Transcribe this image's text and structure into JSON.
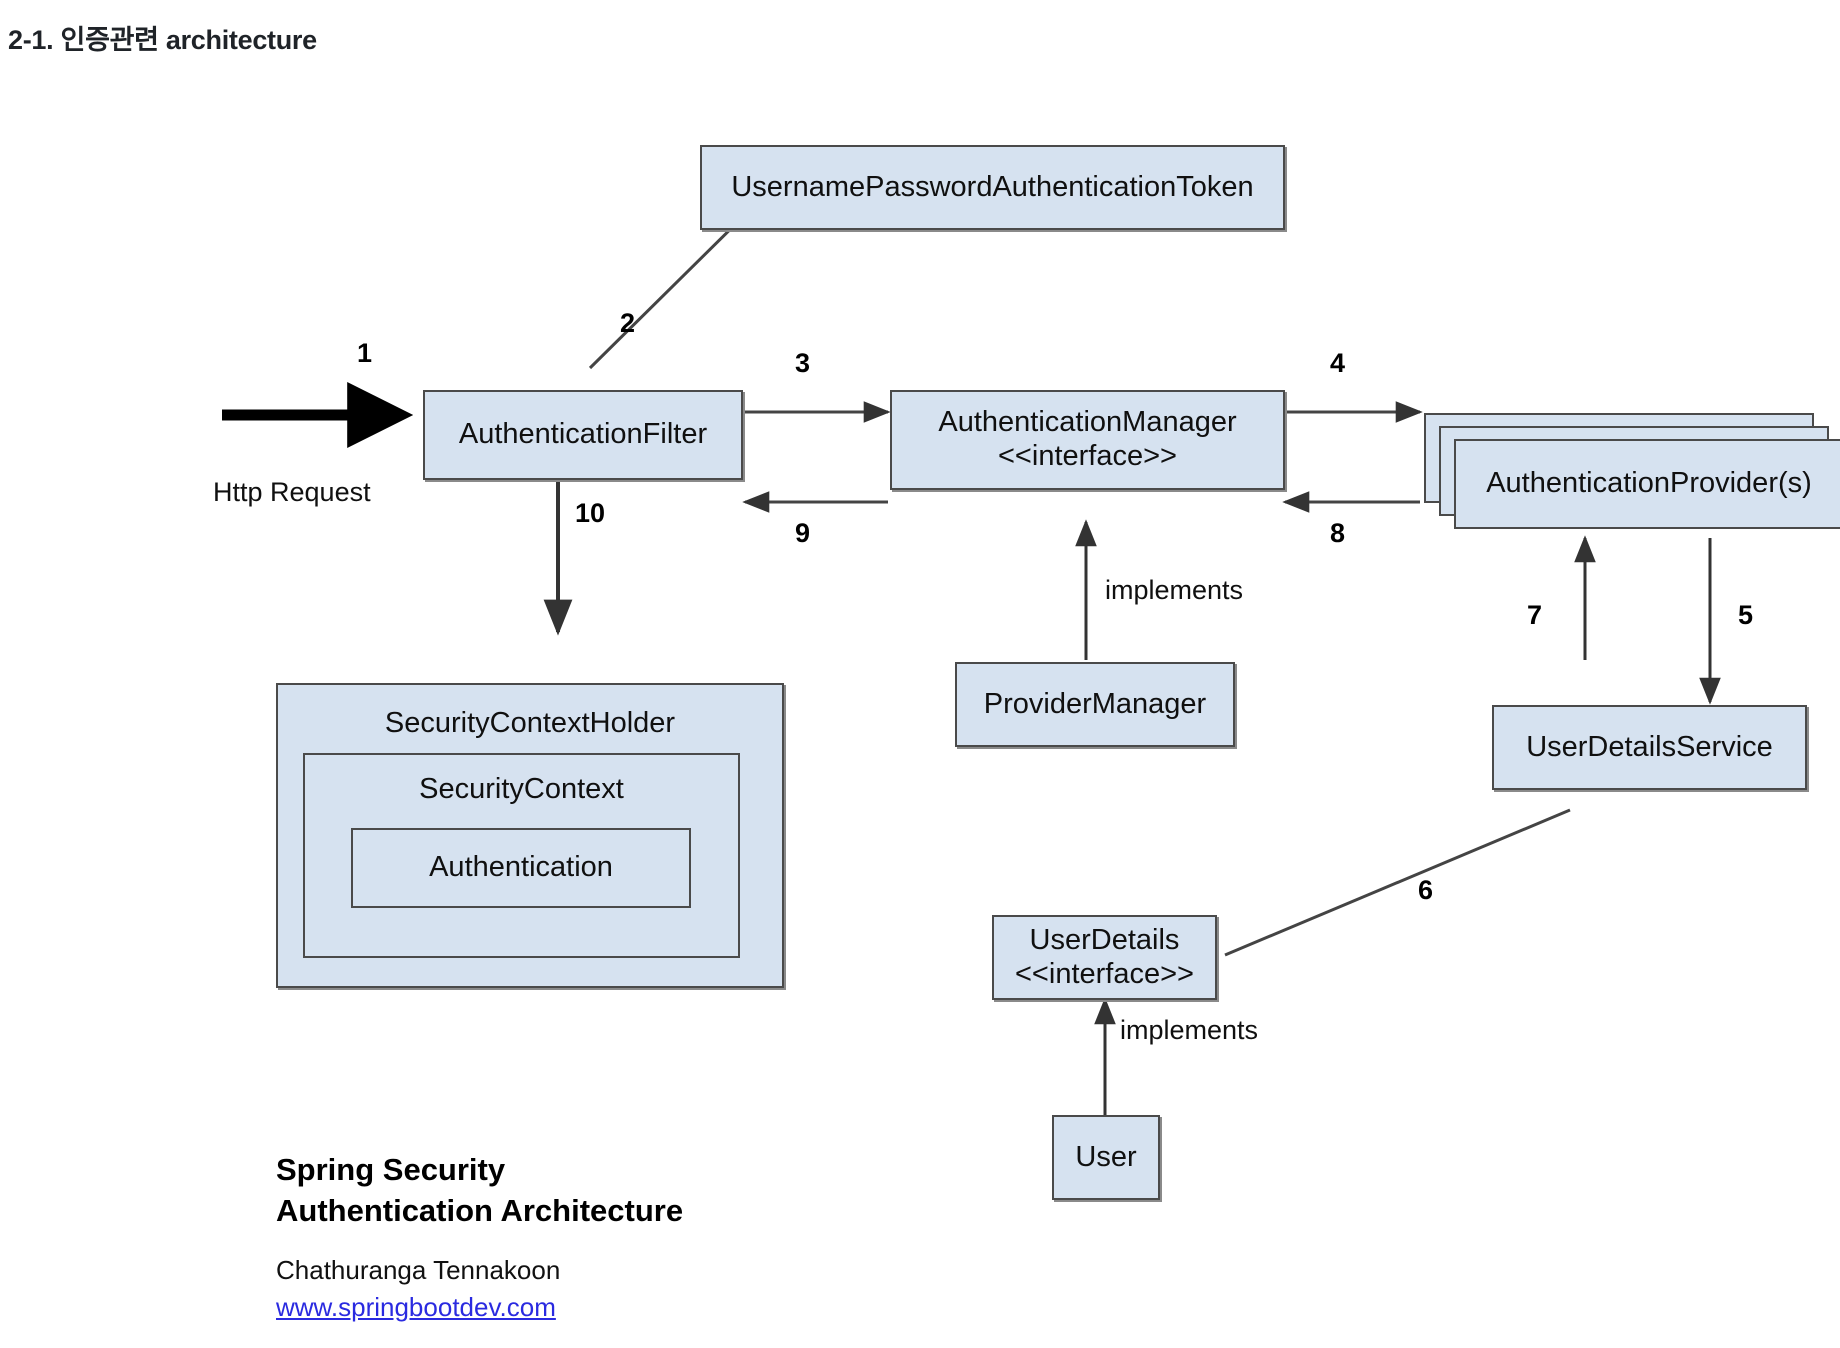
{
  "page": {
    "title": "2-1. 인증관련 architecture"
  },
  "diagram": {
    "type": "architecture-flow",
    "fill_color": "#d6e2f0",
    "border_color": "#4a4a4a",
    "link_color": "#2a2ae0",
    "nodes": [
      {
        "id": "token",
        "label": "UsernamePasswordAuthenticationToken"
      },
      {
        "id": "filter",
        "label": "AuthenticationFilter"
      },
      {
        "id": "manager",
        "label": "AuthenticationManager\n<<interface>>"
      },
      {
        "id": "provider",
        "label": "AuthenticationProvider(s)"
      },
      {
        "id": "provmgr",
        "label": "ProviderManager"
      },
      {
        "id": "uds",
        "label": "UserDetailsService"
      },
      {
        "id": "holder",
        "label": "SecurityContextHolder"
      },
      {
        "id": "context",
        "label": "SecurityContext"
      },
      {
        "id": "auth",
        "label": "Authentication"
      },
      {
        "id": "userdetails",
        "label": "UserDetails\n<<interface>>"
      },
      {
        "id": "user",
        "label": "User"
      }
    ],
    "entry": {
      "number": "1",
      "label": "Http Request"
    },
    "edges": [
      {
        "number": "2",
        "from": "filter",
        "to": "token"
      },
      {
        "number": "3",
        "from": "filter",
        "to": "manager"
      },
      {
        "number": "4",
        "from": "manager",
        "to": "provider"
      },
      {
        "number": "5",
        "from": "provider",
        "to": "uds"
      },
      {
        "number": "6",
        "from": "userdetails",
        "to": "uds"
      },
      {
        "number": "7",
        "from": "uds",
        "to": "provider"
      },
      {
        "number": "8",
        "from": "provider",
        "to": "manager"
      },
      {
        "number": "9",
        "from": "manager",
        "to": "filter"
      },
      {
        "number": "10",
        "from": "filter",
        "to": "holder"
      }
    ],
    "relations": [
      {
        "label": "implements",
        "from": "provmgr",
        "to": "manager"
      },
      {
        "label": "implements",
        "from": "user",
        "to": "userdetails"
      }
    ]
  },
  "caption": {
    "title": "Spring Security\nAuthentication Architecture",
    "author": "Chathuranga Tennakoon",
    "link": "www.springbootdev.com"
  }
}
